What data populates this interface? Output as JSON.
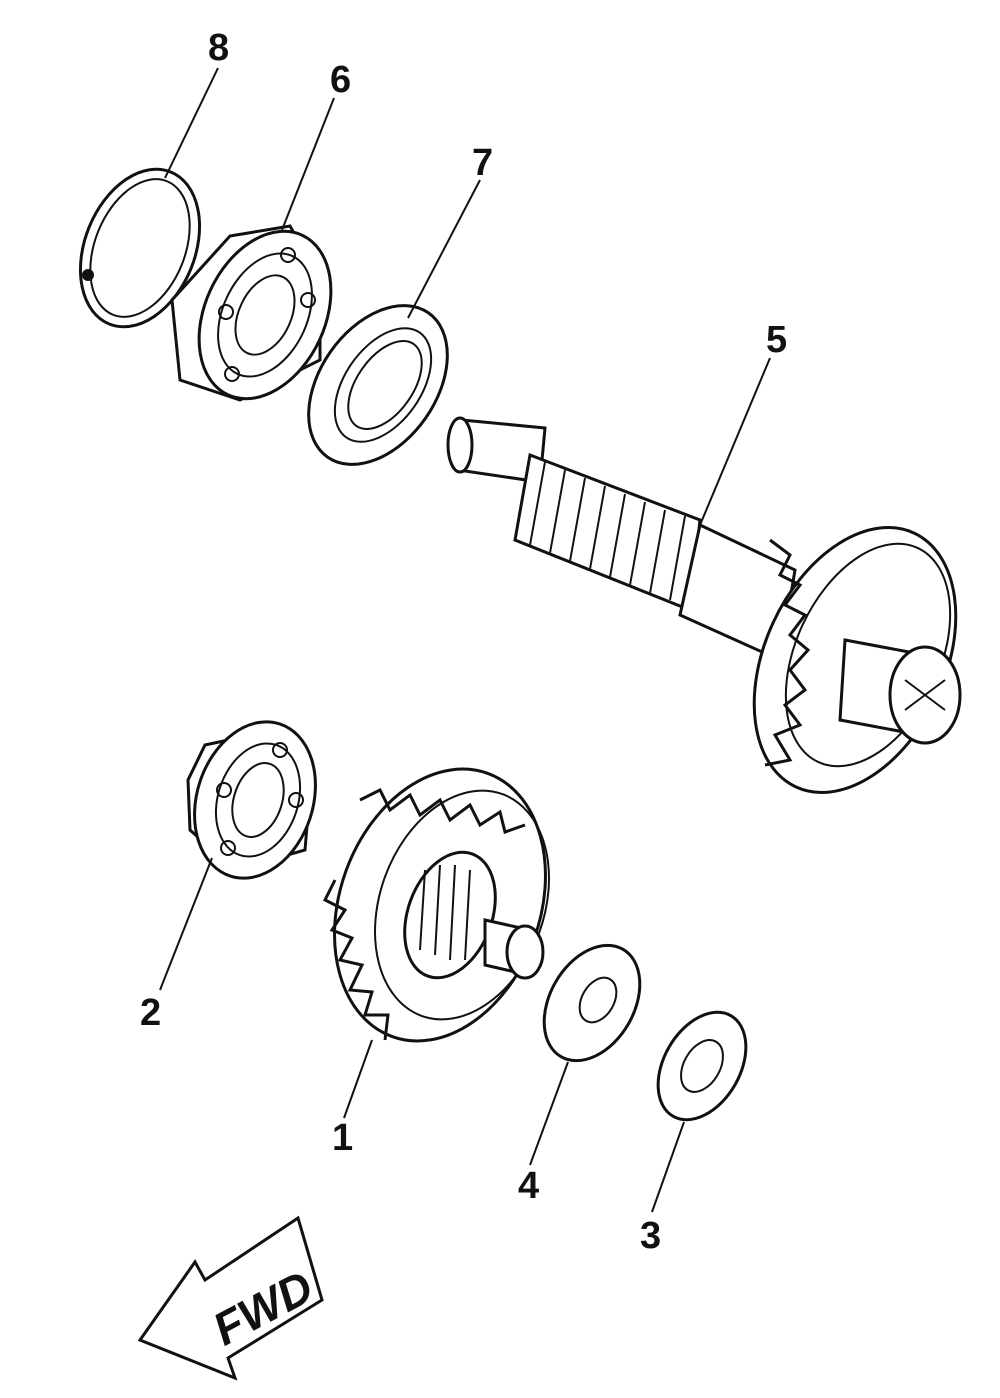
{
  "diagram": {
    "callouts": [
      {
        "id": "1",
        "label": "1"
      },
      {
        "id": "2",
        "label": "2"
      },
      {
        "id": "3",
        "label": "3"
      },
      {
        "id": "4",
        "label": "4"
      },
      {
        "id": "5",
        "label": "5"
      },
      {
        "id": "6",
        "label": "6"
      },
      {
        "id": "7",
        "label": "7"
      },
      {
        "id": "8",
        "label": "8"
      }
    ],
    "direction_arrow": {
      "label": "FWD"
    }
  }
}
